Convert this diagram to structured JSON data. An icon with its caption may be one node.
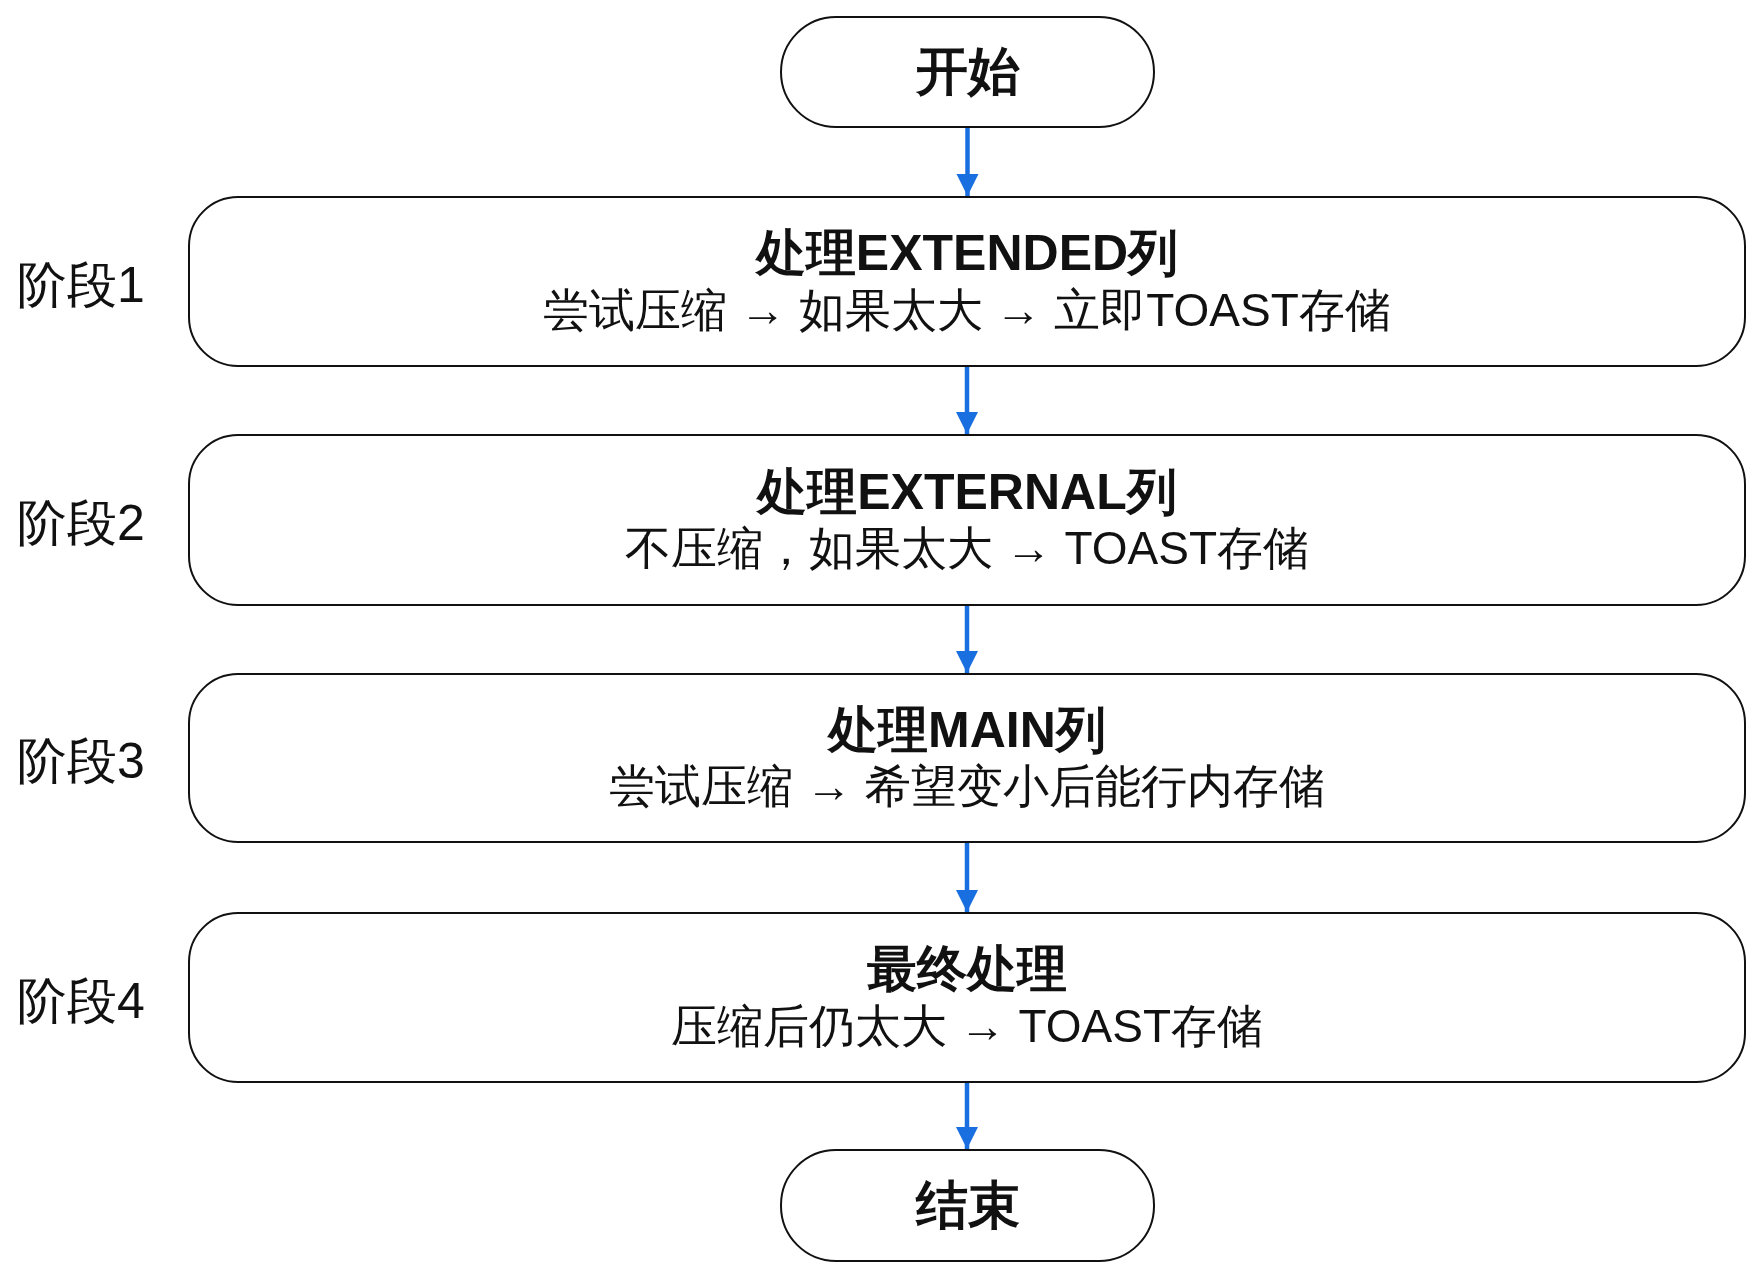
{
  "diagram": {
    "nodes": [
      {
        "text": [
          "开始"
        ]
      },
      {
        "text": [
          "处理EXTENDED列",
          "尝试压缩 → 如果太大 → 立即TOAST存储"
        ],
        "beside": [
          "阶段1"
        ]
      },
      {
        "text": [
          "处理EXTERNAL列",
          "不压缩，如果太大 → TOAST存储"
        ],
        "beside": [
          "阶段2"
        ]
      },
      {
        "text": [
          "处理MAIN列",
          "尝试压缩 → 希望变小后能行内存储"
        ],
        "beside": [
          "阶段3"
        ]
      },
      {
        "text": [
          "最终处理",
          "压缩后仍太大 → TOAST存储"
        ],
        "beside": [
          "阶段4"
        ]
      },
      {
        "text": [
          "结束"
        ]
      }
    ],
    "edges": [
      {
        "from": 0,
        "to": 1,
        "arrow": "to"
      },
      {
        "from": 1,
        "to": 2,
        "arrow": "to"
      },
      {
        "from": 2,
        "to": 3,
        "arrow": "to"
      },
      {
        "from": 3,
        "to": 4,
        "arrow": "to"
      },
      {
        "from": 4,
        "to": 5,
        "arrow": "to"
      }
    ]
  }
}
